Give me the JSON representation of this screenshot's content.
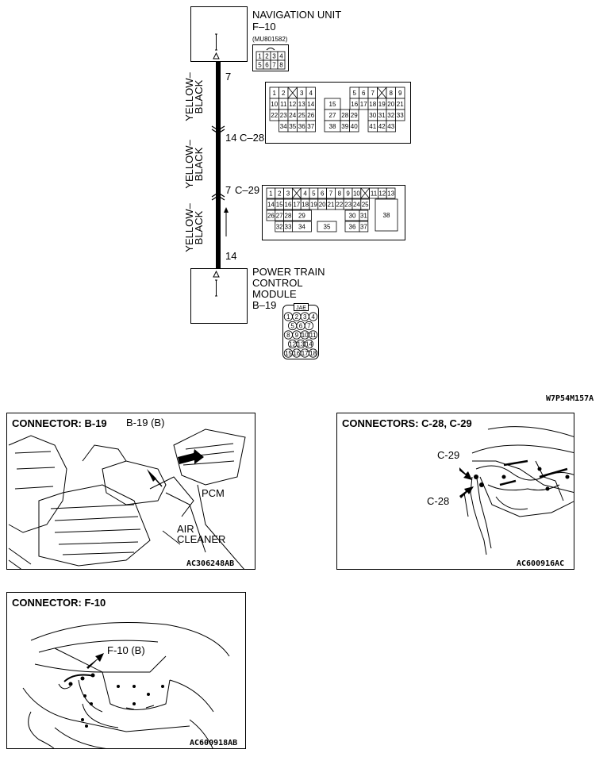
{
  "diagram": {
    "top_unit": {
      "name": "NAVIGATION UNIT",
      "code": "F–10",
      "part": "(MU801582)",
      "pins": [
        "1",
        "2",
        "3",
        "4",
        "5",
        "6",
        "7",
        "8"
      ]
    },
    "bottom_unit": {
      "name_lines": [
        "POWER TRAIN",
        "CONTROL",
        "MODULE"
      ],
      "code": "B–19",
      "tag": "JAE",
      "pins": [
        [
          "1",
          "2",
          "3",
          "4"
        ],
        [
          "5",
          "6",
          "7"
        ],
        [
          "8",
          "9",
          "10",
          "11"
        ],
        [
          "12",
          "13",
          "14"
        ],
        [
          "15",
          "16",
          "17",
          "18"
        ]
      ]
    },
    "wire_segments": [
      {
        "color_lines": [
          "YELLOW–",
          "BLACK"
        ]
      },
      {
        "color_lines": [
          "YELLOW–",
          "BLACK"
        ]
      },
      {
        "color_lines": [
          "YELLOW–",
          "BLACK"
        ]
      }
    ],
    "pin_labels": {
      "top": "7",
      "c28": "14",
      "c28_code": "C–28",
      "c29": "7",
      "c29_code": "C–29",
      "bottom": "14"
    },
    "c28_pins": {
      "row1": [
        "1",
        "2",
        "3",
        "4",
        "5",
        "6",
        "7",
        "8",
        "9"
      ],
      "row2": [
        "10",
        "11",
        "12",
        "13",
        "14",
        "15",
        "16",
        "17",
        "18",
        "19",
        "20",
        "21"
      ],
      "row3": [
        "22",
        "23",
        "24",
        "25",
        "26",
        "27",
        "28",
        "29",
        "30",
        "31",
        "32",
        "33"
      ],
      "row4": [
        "34",
        "35",
        "36",
        "37",
        "38",
        "39",
        "40",
        "41",
        "42",
        "43"
      ]
    },
    "c29_pins": {
      "row1": [
        "1",
        "2",
        "3",
        "4",
        "5",
        "6",
        "7",
        "8",
        "9",
        "10",
        "11",
        "12",
        "13"
      ],
      "row2": [
        "14",
        "15",
        "16",
        "17",
        "18",
        "19",
        "20",
        "21",
        "22",
        "23",
        "24",
        "25"
      ],
      "row3": [
        "26",
        "27",
        "28",
        "29",
        "30",
        "31",
        "38"
      ],
      "row4": [
        "32",
        "33",
        "34",
        "35",
        "36",
        "37"
      ]
    },
    "drawing_code": "W7P54M157A"
  },
  "panels": {
    "b19": {
      "title": "CONNECTOR: B-19",
      "callout": "B-19 (B)",
      "pcm": "PCM",
      "air_cleaner_lines": [
        "AIR",
        "CLEANER"
      ],
      "code": "AC306248AB"
    },
    "c28c29": {
      "title": "CONNECTORS: C-28, C-29",
      "c29": "C-29",
      "c28": "C-28",
      "code": "AC600916AC"
    },
    "f10": {
      "title": "CONNECTOR: F-10",
      "callout": "F-10 (B)",
      "code": "AC600918AB"
    }
  }
}
